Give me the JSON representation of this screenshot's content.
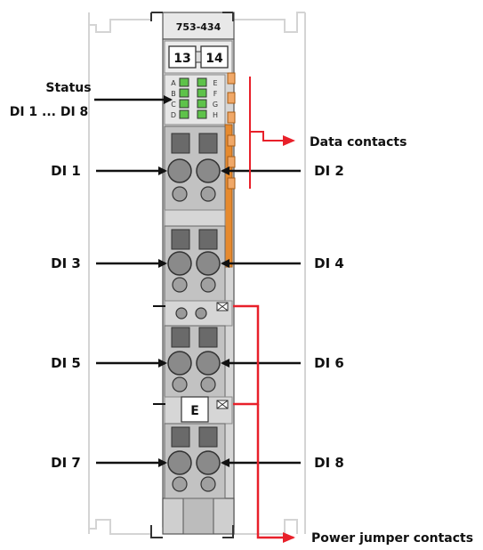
{
  "module": {
    "part_number": "753-434",
    "marker_left": "13",
    "marker_right": "14",
    "group_marker": "E",
    "led_letters_left": [
      "A",
      "B",
      "C",
      "D"
    ],
    "led_letters_right": [
      "E",
      "F",
      "G",
      "H"
    ]
  },
  "labels": {
    "status_line1": "Status",
    "status_line2": "DI 1 ... DI 8",
    "data_contacts": "Data contacts",
    "power_jumper_contacts": "Power jumper contacts",
    "di1": "DI 1",
    "di2": "DI 2",
    "di3": "DI 3",
    "di4": "DI 4",
    "di5": "DI 5",
    "di6": "DI 6",
    "di7": "DI 7",
    "di8": "DI 8"
  },
  "colors": {
    "module_body": "#d6d6d6",
    "terminal_bg": "#c2c2c2",
    "led_green": "#5ec24a",
    "data_contact_orange": "#e68a2e",
    "bracket_red": "#e8202a",
    "outline_light": "#c8c8c8"
  }
}
